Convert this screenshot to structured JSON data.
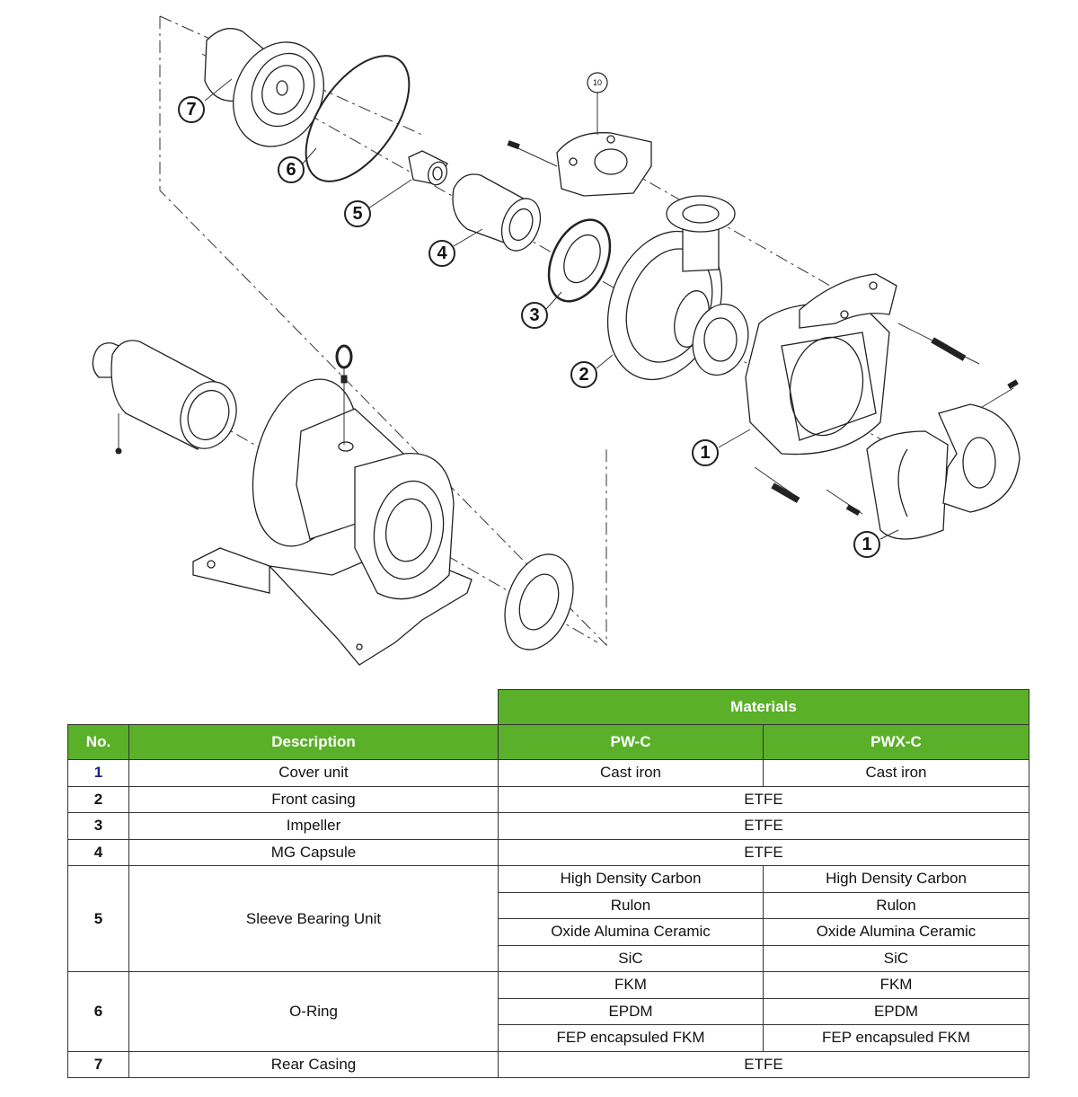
{
  "diagram": {
    "title": "Magnetic drive pump exploded parts view",
    "callouts": [
      {
        "label": "7",
        "part": "Rear Casing"
      },
      {
        "label": "6",
        "part": "O-Ring"
      },
      {
        "label": "5",
        "part": "Sleeve Bearing Unit"
      },
      {
        "label": "4",
        "part": "MG Capsule"
      },
      {
        "label": "3",
        "part": "Impeller"
      },
      {
        "label": "2",
        "part": "Front casing"
      },
      {
        "label": "1",
        "part": "Cover unit"
      },
      {
        "label": "1",
        "part": "Cover unit"
      },
      {
        "label": "10",
        "part": ""
      }
    ]
  },
  "table": {
    "header": {
      "materials": "Materials",
      "no": "No.",
      "description": "Description",
      "pw_c": "PW-C",
      "pwx_c": "PWX-C"
    },
    "rows": [
      {
        "no": "1",
        "description": "Cover unit",
        "pw_c": "Cast iron",
        "pwx_c": "Cast iron"
      },
      {
        "no": "2",
        "description": "Front casing",
        "both": "ETFE"
      },
      {
        "no": "3",
        "description": "Impeller",
        "both": "ETFE"
      },
      {
        "no": "4",
        "description": "MG Capsule",
        "both": "ETFE"
      },
      {
        "no": "5",
        "description": "Sleeve Bearing Unit",
        "options": [
          {
            "pw_c": "High Density Carbon",
            "pwx_c": "High Density Carbon"
          },
          {
            "pw_c": "Rulon",
            "pwx_c": "Rulon"
          },
          {
            "pw_c": "Oxide Alumina Ceramic",
            "pwx_c": "Oxide Alumina Ceramic"
          },
          {
            "pw_c": "SiC",
            "pwx_c": "SiC"
          }
        ]
      },
      {
        "no": "6",
        "description": "O-Ring",
        "options": [
          {
            "pw_c": "FKM",
            "pwx_c": "FKM"
          },
          {
            "pw_c": "EPDM",
            "pwx_c": "EPDM"
          },
          {
            "pw_c": "FEP encapsuled FKM",
            "pwx_c": "FEP encapsuled FKM"
          }
        ]
      },
      {
        "no": "7",
        "description": "Rear Casing",
        "both": "ETFE"
      }
    ]
  },
  "colors": {
    "header_green": "#5bb02a",
    "header_text": "#ffffff",
    "first_number_color": "#1a237e"
  }
}
